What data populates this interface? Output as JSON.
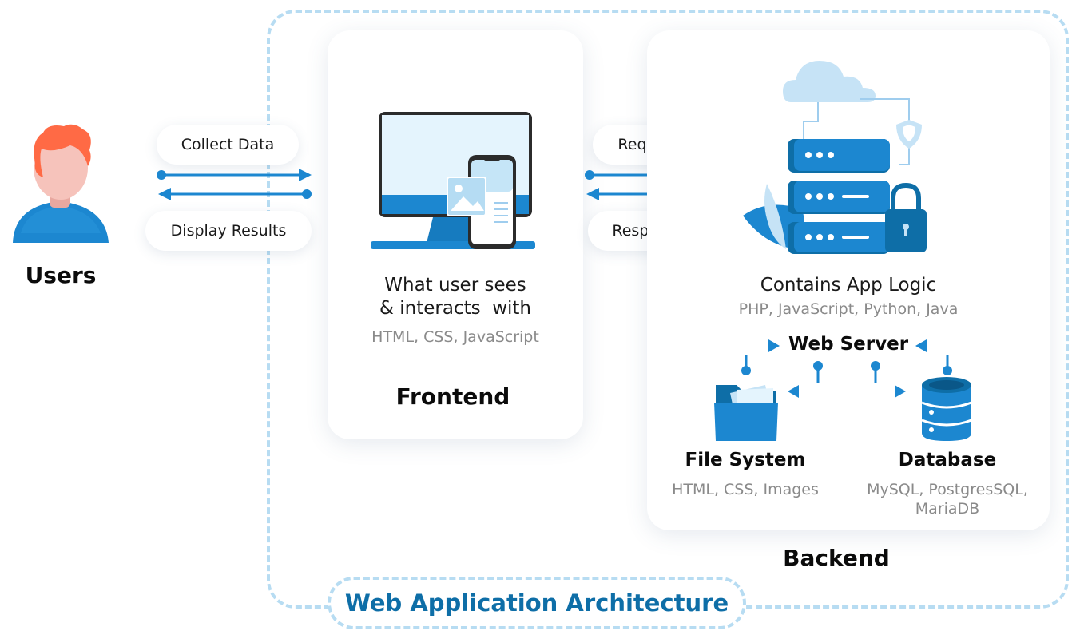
{
  "users": {
    "label": "Users"
  },
  "flows": {
    "collect_data": "Collect Data",
    "display_results": "Display Results",
    "request": "Request",
    "response": "Response"
  },
  "frontend": {
    "description_line1": "What user sees",
    "description_line2": "& interacts  with",
    "tech": "HTML, CSS, JavaScript",
    "title": "Frontend"
  },
  "backend": {
    "description": "Contains App Logic",
    "tech": "PHP, JavaScript, Python, Java",
    "web_server": "Web Server",
    "file_system": {
      "title": "File System",
      "tech": "HTML, CSS, Images"
    },
    "database": {
      "title": "Database",
      "tech_line1": "MySQL, PostgresSQL,",
      "tech_line2": "MariaDB"
    },
    "title": "Backend"
  },
  "banner": {
    "title": "Web Application Architecture"
  },
  "colors": {
    "primary_blue": "#1c87d0",
    "dark_blue": "#0e6ea7",
    "light_blue": "#b7dcf2",
    "hair": "#ff6a45"
  },
  "icons": [
    "user-avatar-icon",
    "monitor-phone-icon",
    "server-cloud-lock-icon",
    "folder-icon",
    "database-icon"
  ]
}
